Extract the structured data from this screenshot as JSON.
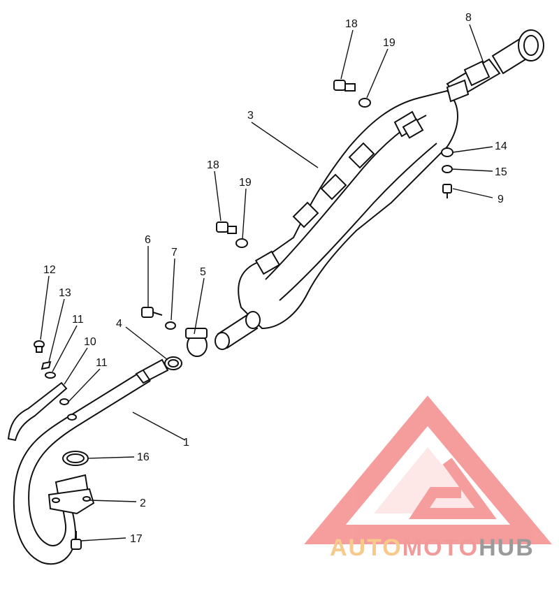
{
  "callouts": [
    {
      "id": "p1",
      "label": "1"
    },
    {
      "id": "p2",
      "label": "2"
    },
    {
      "id": "p3",
      "label": "3"
    },
    {
      "id": "p4",
      "label": "4"
    },
    {
      "id": "p5",
      "label": "5"
    },
    {
      "id": "p6",
      "label": "6"
    },
    {
      "id": "p7",
      "label": "7"
    },
    {
      "id": "p8",
      "label": "8"
    },
    {
      "id": "p9",
      "label": "9"
    },
    {
      "id": "p10",
      "label": "10"
    },
    {
      "id": "p11a",
      "label": "11"
    },
    {
      "id": "p11b",
      "label": "11"
    },
    {
      "id": "p12",
      "label": "12"
    },
    {
      "id": "p13",
      "label": "13"
    },
    {
      "id": "p14",
      "label": "14"
    },
    {
      "id": "p15",
      "label": "15"
    },
    {
      "id": "p16",
      "label": "16"
    },
    {
      "id": "p17",
      "label": "17"
    },
    {
      "id": "p18a",
      "label": "18"
    },
    {
      "id": "p18b",
      "label": "18"
    },
    {
      "id": "p19a",
      "label": "19"
    },
    {
      "id": "p19b",
      "label": "19"
    }
  ],
  "watermark": {
    "part1": "AUTO",
    "part2": "MOTO",
    "part3": "HUB",
    "colors": {
      "auto": "#f7c98a",
      "moto": "#f29a9a",
      "hub": "#9a9a9a",
      "logo": "#f48d8d"
    }
  }
}
